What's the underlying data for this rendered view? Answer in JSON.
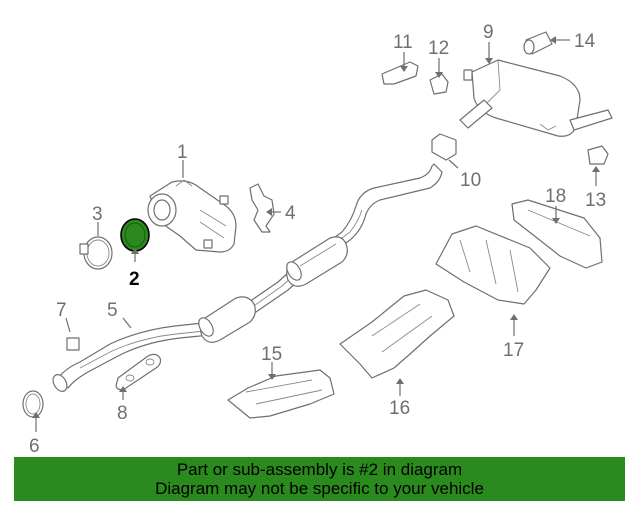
{
  "banner": {
    "line1": "Part or sub-assembly is #2 in diagram",
    "line2": "Diagram may not be specific to your vehicle",
    "color": "#2b8a1e"
  },
  "highlight_color": "#2b8a1e",
  "selected_part": "2",
  "callouts": {
    "c1": "1",
    "c2": "2",
    "c3": "3",
    "c4": "4",
    "c5": "5",
    "c6": "6",
    "c7": "7",
    "c8": "8",
    "c9": "9",
    "c10": "10",
    "c11": "11",
    "c12": "12",
    "c13": "13",
    "c14": "14",
    "c15": "15",
    "c16": "16",
    "c17": "17",
    "c18": "18"
  }
}
